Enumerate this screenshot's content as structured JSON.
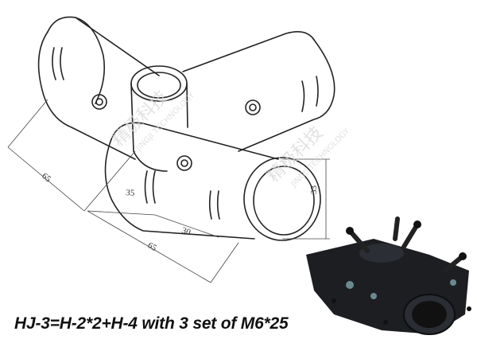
{
  "caption": "HJ-3=H-2*2+H-4 with 3 set of M6*25",
  "dimensions": {
    "d1": "65",
    "d2": "35",
    "d3": "30",
    "d4": "65",
    "d5": "33"
  },
  "watermark": {
    "cn": "精极科技",
    "en": "JINGJI TECHNOLOGY"
  }
}
